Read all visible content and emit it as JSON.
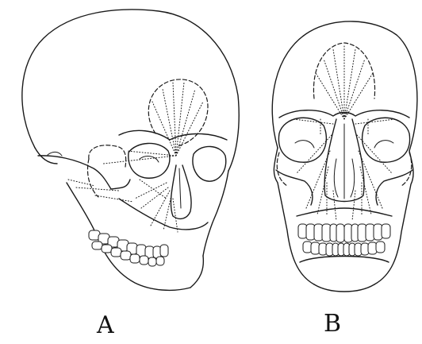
{
  "figure": {
    "panels": [
      {
        "id": "A",
        "label": "A",
        "view": "oblique"
      },
      {
        "id": "B",
        "label": "B",
        "view": "frontal"
      }
    ],
    "ink_color": "#1a1a1a",
    "background": "#ffffff"
  }
}
